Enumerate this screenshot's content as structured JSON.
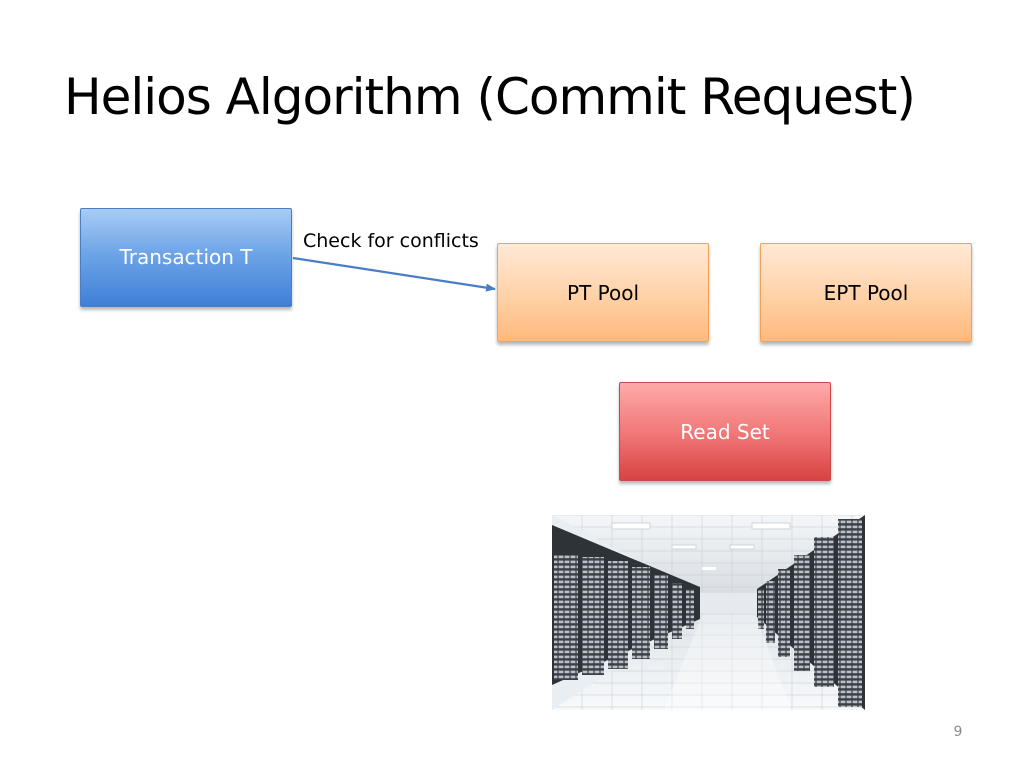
{
  "slide": {
    "title": "Helios Algorithm (Commit Request)",
    "page_number": "9"
  },
  "diagram": {
    "transaction_box": {
      "label": "Transaction T",
      "color": "#4a86d8"
    },
    "pt_pool_box": {
      "label": "PT Pool",
      "color": "#ffc897"
    },
    "ept_pool_box": {
      "label": "EPT Pool",
      "color": "#ffc897"
    },
    "read_set_box": {
      "label": "Read Set",
      "color": "#e85a5a"
    },
    "arrow_label": "Check for conflicts",
    "arrow_color": "#4a7ec4"
  },
  "image": {
    "icon": "server-room-photo-icon"
  }
}
